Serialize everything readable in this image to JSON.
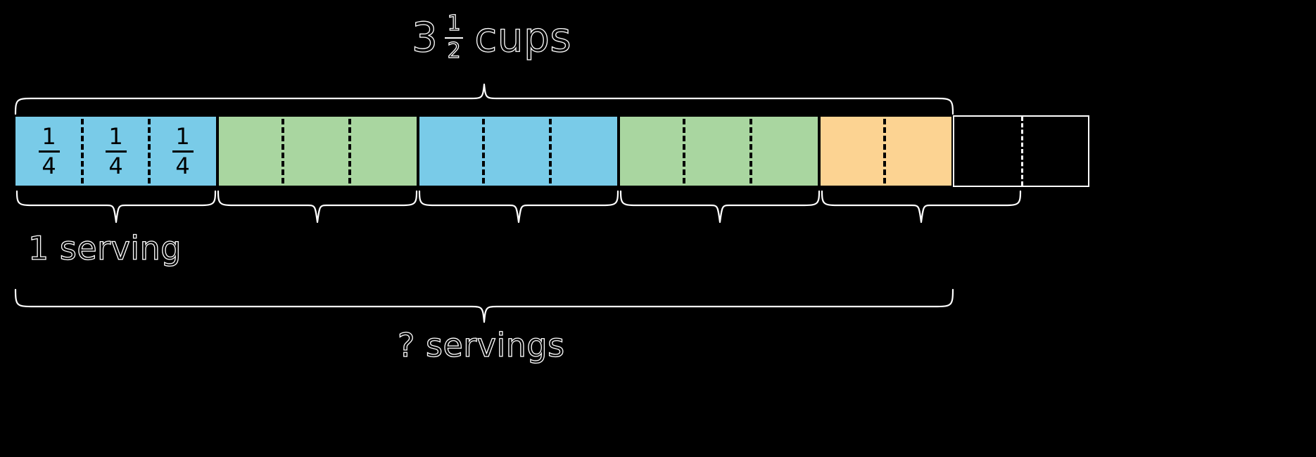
{
  "diagram": {
    "type": "tape-diagram",
    "title": {
      "whole": "3",
      "fraction_numerator": "1",
      "fraction_denominator": "2",
      "unit": "cups",
      "full_text": "3 1/2 cups"
    },
    "labels": {
      "one_serving": "1 serving",
      "unknown_servings": "? servings"
    },
    "unit_fraction": {
      "numerator": "1",
      "denominator": "4"
    },
    "colors": {
      "blue": "#79cbe8",
      "green": "#a9d6a0",
      "orange": "#fcd392",
      "outline": "#000000",
      "text_outline": "#ffffff",
      "background": "#000000"
    },
    "cells": [
      {
        "index": 1,
        "color": "blue",
        "label_numerator": "1",
        "label_denominator": "4",
        "group_start": true
      },
      {
        "index": 2,
        "color": "blue",
        "label_numerator": "1",
        "label_denominator": "4",
        "group_start": false
      },
      {
        "index": 3,
        "color": "blue",
        "label_numerator": "1",
        "label_denominator": "4",
        "group_start": false
      },
      {
        "index": 4,
        "color": "green",
        "label_numerator": "",
        "label_denominator": "",
        "group_start": true
      },
      {
        "index": 5,
        "color": "green",
        "label_numerator": "",
        "label_denominator": "",
        "group_start": false
      },
      {
        "index": 6,
        "color": "green",
        "label_numerator": "",
        "label_denominator": "",
        "group_start": false
      },
      {
        "index": 7,
        "color": "blue",
        "label_numerator": "",
        "label_denominator": "",
        "group_start": true
      },
      {
        "index": 8,
        "color": "blue",
        "label_numerator": "",
        "label_denominator": "",
        "group_start": false
      },
      {
        "index": 9,
        "color": "blue",
        "label_numerator": "",
        "label_denominator": "",
        "group_start": false
      },
      {
        "index": 10,
        "color": "green",
        "label_numerator": "",
        "label_denominator": "",
        "group_start": true
      },
      {
        "index": 11,
        "color": "green",
        "label_numerator": "",
        "label_denominator": "",
        "group_start": false
      },
      {
        "index": 12,
        "color": "green",
        "label_numerator": "",
        "label_denominator": "",
        "group_start": false
      },
      {
        "index": 13,
        "color": "orange",
        "label_numerator": "",
        "label_denominator": "",
        "group_start": true
      },
      {
        "index": 14,
        "color": "orange",
        "label_numerator": "",
        "label_denominator": "",
        "group_start": false
      }
    ],
    "empty_cells": 2,
    "serving_groups": 5,
    "cells_per_serving": 3,
    "total_quarter_cups": 14
  }
}
